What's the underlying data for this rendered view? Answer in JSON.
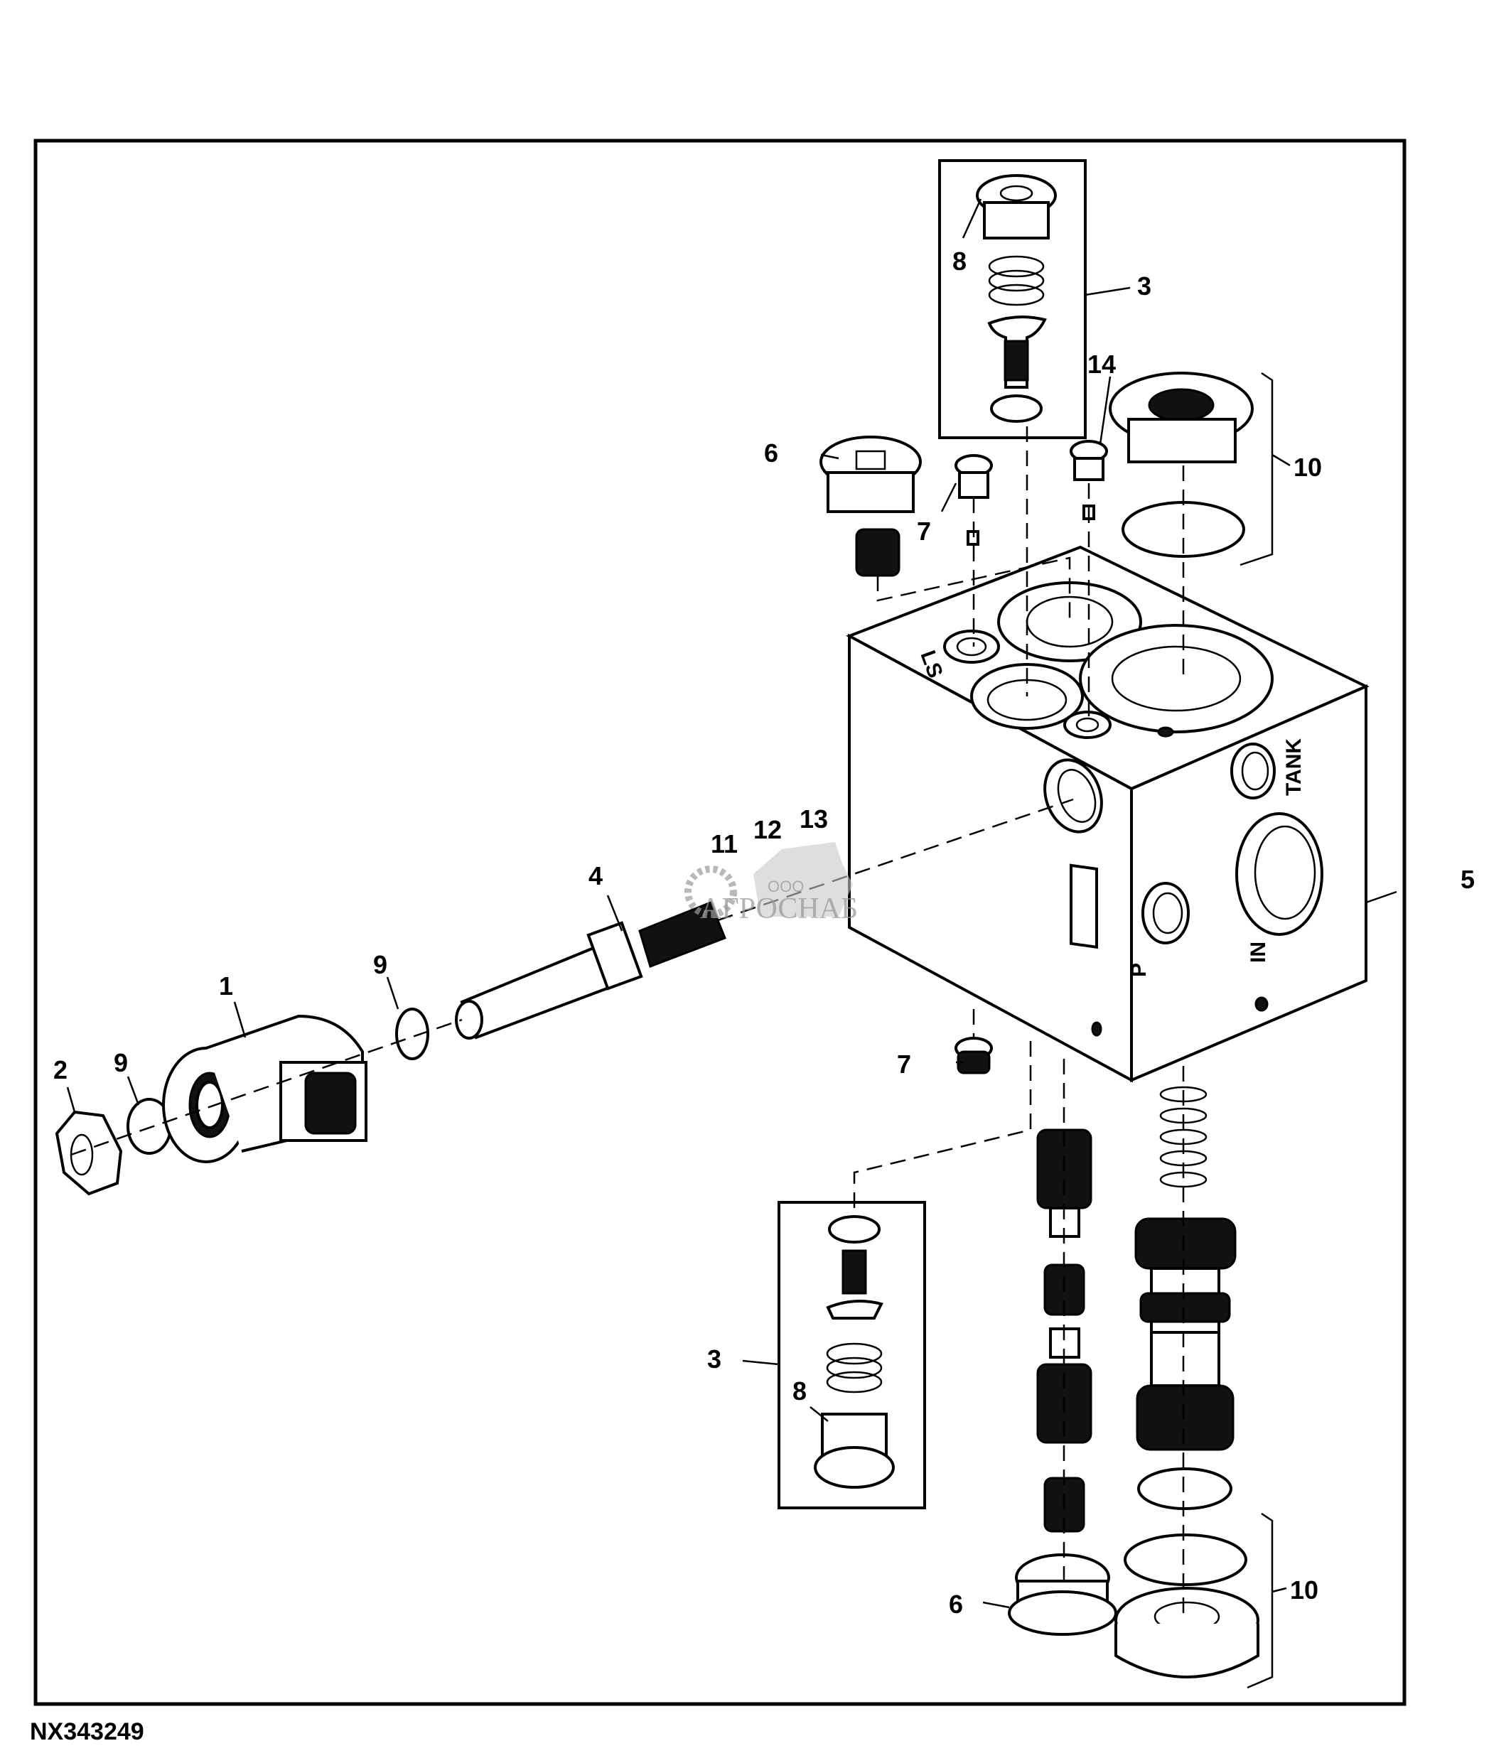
{
  "figure": {
    "id": "NX343249",
    "title": "Hydraulic control valve assembly — exploded view"
  },
  "callouts": [
    {
      "id": "c1",
      "label": "1",
      "part": "Solenoid coil"
    },
    {
      "id": "c2",
      "label": "2",
      "part": "Coil nut"
    },
    {
      "id": "c3a",
      "label": "3",
      "part": "Relief valve assembly (upper)"
    },
    {
      "id": "c3b",
      "label": "3",
      "part": "Relief valve assembly (lower)"
    },
    {
      "id": "c4",
      "label": "4",
      "part": "Solenoid valve cartridge"
    },
    {
      "id": "c5",
      "label": "5",
      "part": "Valve housing"
    },
    {
      "id": "c6a",
      "label": "6",
      "part": "Plug (upper)"
    },
    {
      "id": "c6b",
      "label": "6",
      "part": "Plug (lower)"
    },
    {
      "id": "c7a",
      "label": "7",
      "part": "Orifice plug (upper)"
    },
    {
      "id": "c7b",
      "label": "7",
      "part": "Orifice plug (lower)"
    },
    {
      "id": "c8a",
      "label": "8",
      "part": "Relief valve cap (upper)"
    },
    {
      "id": "c8b",
      "label": "8",
      "part": "Relief valve cap (lower)"
    },
    {
      "id": "c9a",
      "label": "9",
      "part": "O-ring (coil front)"
    },
    {
      "id": "c9b",
      "label": "9",
      "part": "O-ring (coil rear)"
    },
    {
      "id": "c10a",
      "label": "10",
      "part": "Plug kit (upper)"
    },
    {
      "id": "c10b",
      "label": "10",
      "part": "Plug kit (lower)"
    },
    {
      "id": "c11",
      "label": "11",
      "part": "Seal"
    },
    {
      "id": "c12",
      "label": "12",
      "part": "Seal"
    },
    {
      "id": "c13",
      "label": "13",
      "part": "Seal"
    },
    {
      "id": "c14",
      "label": "14",
      "part": "Orifice plug"
    }
  ],
  "port_markings": {
    "ls": "LS",
    "tank": "TANK",
    "in": "IN",
    "p": "P"
  },
  "watermark": {
    "prefix": "ООО",
    "brand": "АГРОСНАБ"
  }
}
